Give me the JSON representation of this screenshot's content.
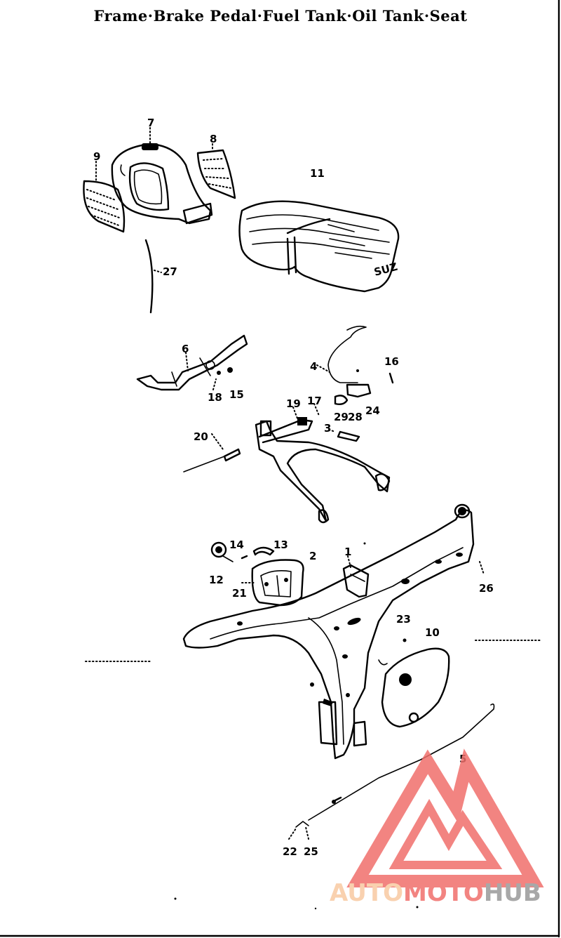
{
  "title": "Frame·Brake Pedal·Fuel Tank·Oil Tank·Seat",
  "part_numbers": [
    {
      "id": "p7",
      "label": "7"
    },
    {
      "id": "p8a",
      "label": "8"
    },
    {
      "id": "p9",
      "label": "9"
    },
    {
      "id": "p11",
      "label": "11"
    },
    {
      "id": "p27",
      "label": "27"
    },
    {
      "id": "p6",
      "label": "6"
    },
    {
      "id": "p18a",
      "label": "18"
    },
    {
      "id": "p15",
      "label": "15"
    },
    {
      "id": "p4",
      "label": "4"
    },
    {
      "id": "p16",
      "label": "16"
    },
    {
      "id": "p19",
      "label": "19"
    },
    {
      "id": "p17",
      "label": "17"
    },
    {
      "id": "p29",
      "label": "29"
    },
    {
      "id": "p28",
      "label": "28"
    },
    {
      "id": "p24",
      "label": "24"
    },
    {
      "id": "p3",
      "label": "3"
    },
    {
      "id": "p20",
      "label": "20"
    },
    {
      "id": "p14",
      "label": "14"
    },
    {
      "id": "p13",
      "label": "13"
    },
    {
      "id": "p2",
      "label": "2"
    },
    {
      "id": "p1",
      "label": "1"
    },
    {
      "id": "p12",
      "label": "12"
    },
    {
      "id": "p21",
      "label": "21"
    },
    {
      "id": "p26",
      "label": "26"
    },
    {
      "id": "p23",
      "label": "23"
    },
    {
      "id": "p10",
      "label": "10"
    },
    {
      "id": "p5",
      "label": "5"
    },
    {
      "id": "p22",
      "label": "22"
    },
    {
      "id": "p25",
      "label": "25"
    }
  ],
  "watermark": {
    "part1": "AUTO",
    "part2": "MOTO",
    "part3": "HUB",
    "color_light": "#f8c9a2",
    "color_red": "#f06f6c",
    "color_gray": "#9a9a9a"
  }
}
